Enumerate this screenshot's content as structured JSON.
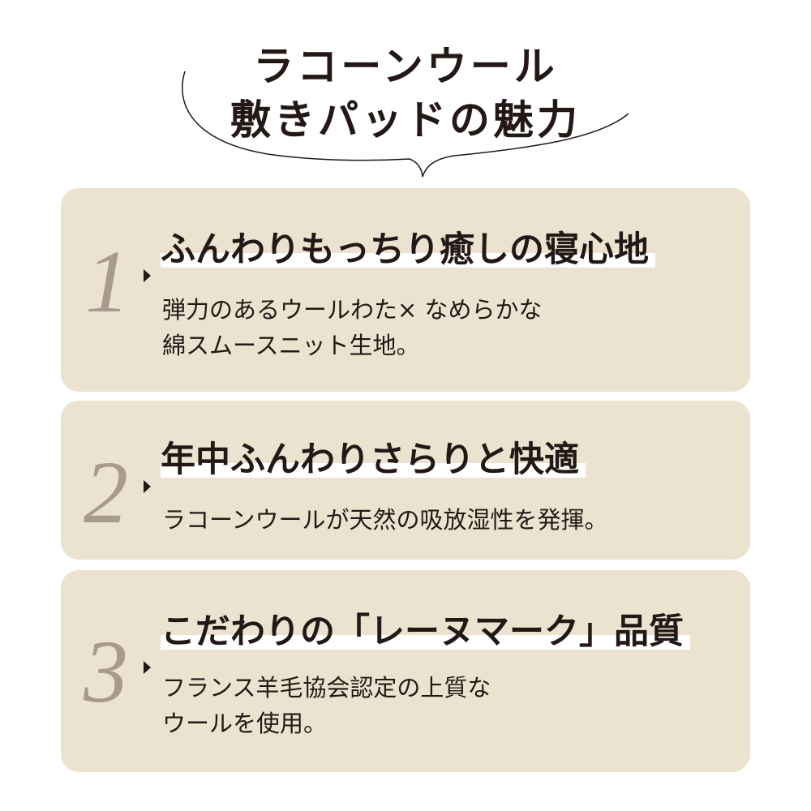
{
  "title": {
    "line1": "ラコーンウール",
    "line2": "敷きパッドの魅力"
  },
  "features": [
    {
      "number": "1",
      "heading": "ふんわりもっちり癒しの寝心地",
      "body": "弾力のあるウールわた× なめらかな\n綿スムースニット生地。"
    },
    {
      "number": "2",
      "heading": "年中ふんわりさらりと快適",
      "body": "ラコーンウールが天然の吸放湿性を発揮。"
    },
    {
      "number": "3",
      "heading": "こだわりの「レーヌマーク」品質",
      "body": "フランス羊毛協会認定の上質な\nウールを使用。"
    }
  ],
  "colors": {
    "card": "#ebe3cf",
    "number": "#a89a8e",
    "text": "#231815"
  }
}
